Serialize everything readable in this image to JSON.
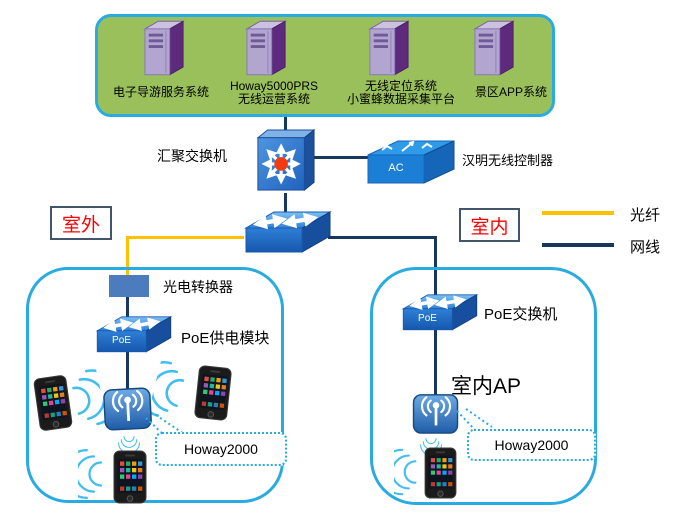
{
  "colors": {
    "fiber": "#FFC000",
    "cable": "#17375D",
    "zone_border": "#29ABE2",
    "server_panel_fill": "#9AC05C",
    "zone_tag_text": "#FF0000"
  },
  "servers": {
    "items": [
      {
        "lines": [
          "电子导游服务系统"
        ]
      },
      {
        "lines": [
          "Howay5000PRS",
          "无线运营系统"
        ]
      },
      {
        "lines": [
          "无线定位系统",
          "小蜜蜂数据采集平台"
        ]
      },
      {
        "lines": [
          "景区APP系统"
        ]
      }
    ]
  },
  "core": {
    "switch_label": "汇聚交换机",
    "ac_badge": "AC",
    "ac_name": "汉明无线控制器"
  },
  "zones": {
    "outdoor_tag": "室外",
    "indoor_tag": "室内"
  },
  "legend": {
    "fiber_label": "光纤",
    "cable_label": "网线"
  },
  "outdoor": {
    "converter_label": "光电转换器",
    "poe_module_label": "PoE供电模块",
    "poe_badge": "PoE",
    "ap_callout": "Howay2000"
  },
  "indoor": {
    "poe_switch_label": "PoE交换机",
    "poe_badge": "PoE",
    "ap_title": "室内AP",
    "ap_callout": "Howay2000"
  }
}
